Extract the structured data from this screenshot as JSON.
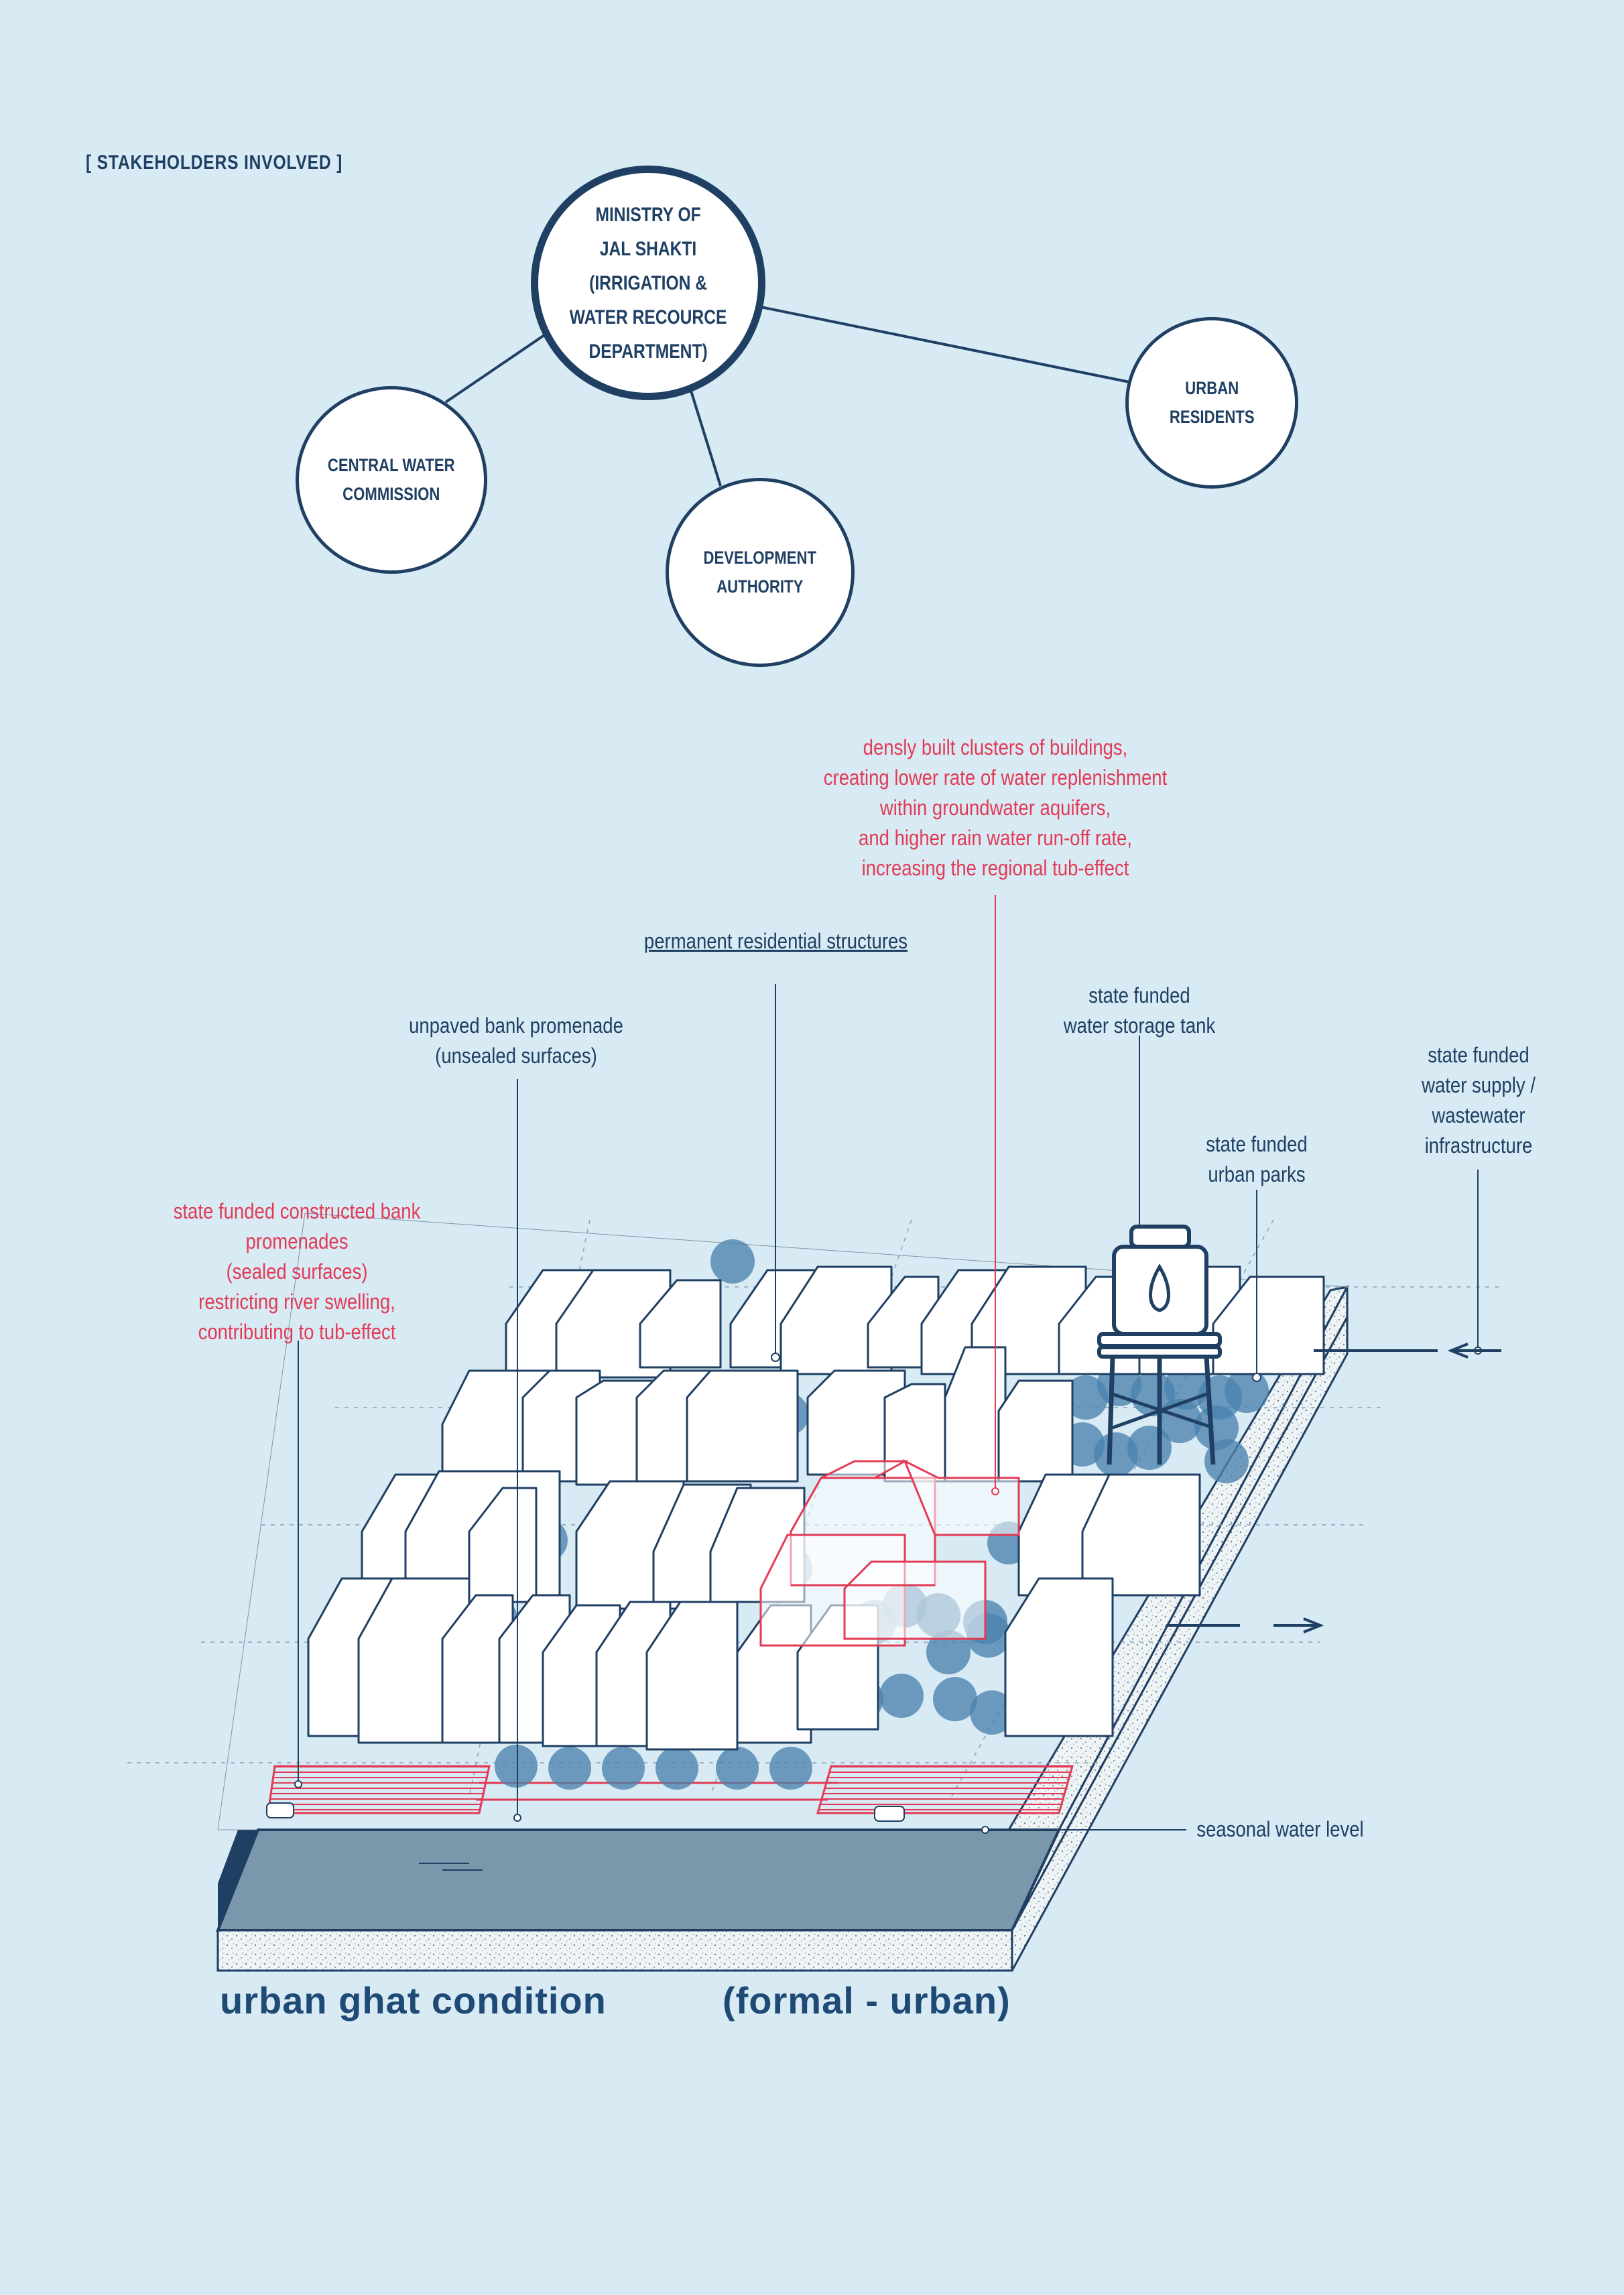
{
  "stakeholders": {
    "title": "[ STAKEHOLDERS INVOLVED ]",
    "ministry": "MINISTRY OF\nJAL SHAKTI\n(IRRIGATION &\nWATER RECOURCE\nDEPARTMENT)",
    "cwc": "CENTRAL WATER\nCOMMISSION",
    "development": "DEVELOPMENT\nAUTHORITY",
    "urban_residents": "URBAN\nRESIDENTS"
  },
  "annotations": {
    "densely_built": "densly built clusters of buildings,\ncreating lower rate of water replenishment\nwithin groundwater aquifers,\nand higher rain water run-off rate,\nincreasing the regional tub-effect",
    "permanent_structures": "permanent residential structures",
    "unpaved_bank": "unpaved bank promenade\n(unsealed surfaces)",
    "storage_tank": "state funded\nwater storage tank",
    "water_supply": "state funded\nwater supply /\nwastewater\ninfrastructure",
    "urban_parks": "state funded\nurban parks",
    "constructed_bank": "state funded constructed bank\npromenades\n(sealed surfaces)\nrestricting river swelling,\ncontributing to tub-effect",
    "seasonal_water": "seasonal water level"
  },
  "caption": {
    "left": "urban ghat condition",
    "right": "(formal - urban)"
  },
  "colors": {
    "background": "#d8ebf4",
    "navy": "#1f3f63",
    "red": "#e33a55",
    "tree": "#4a82ad",
    "water": "#7a97ab"
  }
}
